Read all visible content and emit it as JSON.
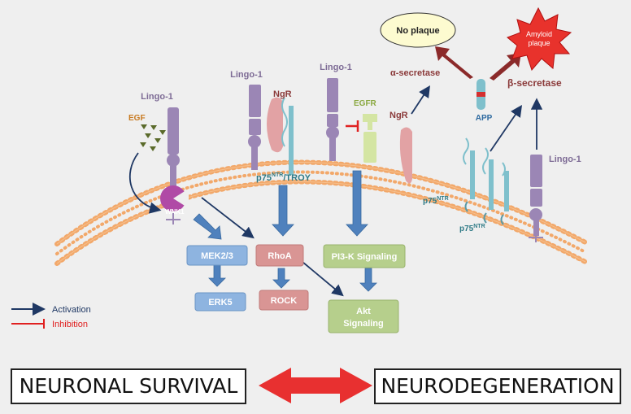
{
  "labels": {
    "lingo1": "Lingo-1",
    "egf": "EGF",
    "egfr": "EGFR",
    "ngr": "NgR",
    "wnk1": "WNK1",
    "p75_base": "p75",
    "ntr_sup": "NTR",
    "troy_suffix": "/TROY",
    "app": "APP",
    "alpha_secretase": "α-secretase",
    "beta_secretase": "β-secretase",
    "no_plaque": "No plaque",
    "amyloid_plaque_1": "Amyloid",
    "amyloid_plaque_2": "plaque"
  },
  "boxes": {
    "mek": "MEK2/3",
    "erk5": "ERK5",
    "rhoa": "RhoA",
    "rock": "ROCK",
    "pi3k": "PI3-K Signaling",
    "akt_1": "Akt",
    "akt_2": "Signaling"
  },
  "legend": {
    "activation": "Activation",
    "inhibition": "Inhibition"
  },
  "outcomes": {
    "survival": "NEURONAL SURVIVAL",
    "degeneration": "NEURODEGENERATION"
  },
  "colors": {
    "background": "#efefef",
    "membrane": "#f2a86a",
    "receptor": "#9b86b5",
    "egfr": "#d4e5a3",
    "ngr": "#e2a2a4",
    "p75": "#7fc0cc",
    "wnk1": "#b04aa6",
    "box_blue": "#8eb4e0",
    "box_red": "#d99594",
    "box_green": "#b6cf8c",
    "arrow_blue": "#4f81bd",
    "arrow_navy": "#1f3864",
    "arrow_darkred": "#8b2a2a",
    "inhibition": "#e02020",
    "double_arrow": "#e83030",
    "text_purple": "#7d6b95",
    "text_teal": "#2e7a86",
    "text_darkred": "#8b3a3a",
    "text_orange": "#c87a20",
    "text_green": "#8aa840"
  }
}
